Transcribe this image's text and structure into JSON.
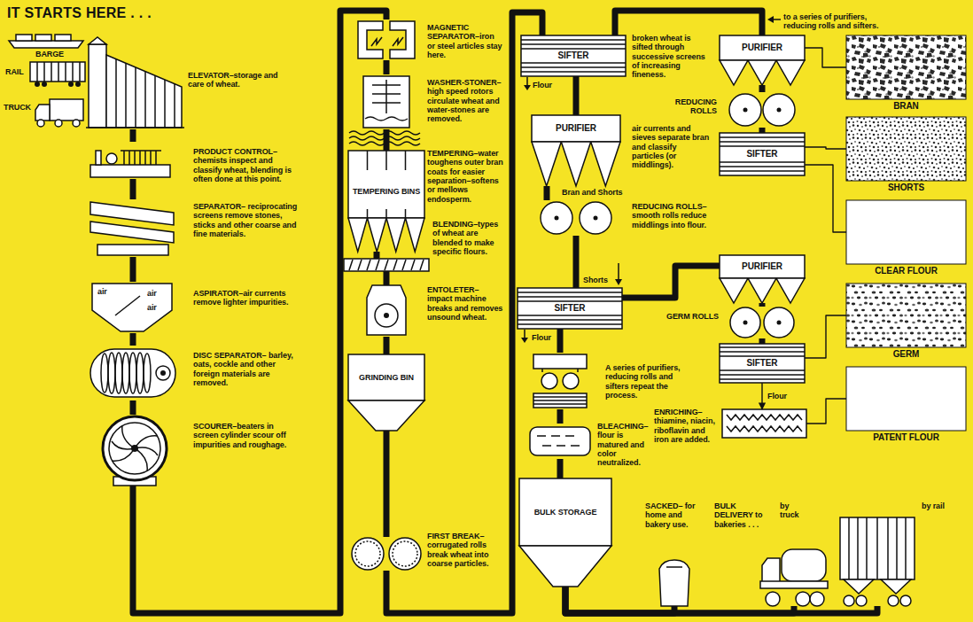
{
  "diagram": {
    "title": "IT STARTS HERE . . .",
    "nodes": [
      {
        "text": [
          "ELEVATOR–storage and care of wheat."
        ]
      },
      {
        "text": [
          "PRODUCT CONTROL–chemists inspect and classify wheat, blending is often done at this point."
        ]
      },
      {
        "text": [
          "SEPARATOR– reciprocating screens remove stones, sticks and other coarse and fine materials."
        ]
      },
      {
        "text": [
          "ASPIRATOR–air currents remove lighter impurities."
        ]
      },
      {
        "text": [
          "DISC SEPARATOR– barley, oats, cockle and other foreign materials are removed."
        ]
      },
      {
        "text": [
          "SCOURER–beaters in screen cylinder scour off impurities and roughage."
        ]
      },
      {
        "text": [
          "MAGNETIC SEPARATOR–iron or steel articles stay here."
        ]
      },
      {
        "text": [
          "WASHER-STONER– high speed rotors circulate wheat and water-stones are removed."
        ]
      },
      {
        "text": [
          "TEMPERING BINS",
          "TEMPERING–water toughens outer bran coats for easier separation–softens or mellows endosperm."
        ]
      },
      {
        "text": [
          "BLENDING–types of wheat are blended to make specific flours."
        ]
      },
      {
        "text": [
          "ENTOLETER–impact machine breaks and removes unsound wheat."
        ]
      },
      {
        "text": [
          "GRINDING BIN"
        ]
      },
      {
        "text": [
          "FIRST BREAK–corrugated rolls break wheat into coarse particles."
        ]
      },
      {
        "text": [
          "SIFTER",
          "broken wheat is sifted through successive screens of increasing fineness."
        ]
      },
      {
        "text": [
          "PURIFIER",
          "air currents and sieves separate bran and classify particles (or middlings)."
        ]
      },
      {
        "text": [
          "REDUCING ROLLS– smooth rolls reduce middlings into flour."
        ]
      },
      {
        "text": [
          "SIFTER"
        ]
      },
      {
        "text": [
          "A series of purifiers, reducing rolls and sifters repeat the process."
        ]
      },
      {
        "text": [
          "BLEACHING– flour is matured and color neutralized."
        ]
      },
      {
        "text": [
          "BULK STORAGE"
        ]
      },
      {
        "text": [
          "PURIFIER"
        ]
      },
      {
        "text": [
          "REDUCING ROLLS"
        ]
      },
      {
        "text": [
          "SIFTER"
        ]
      },
      {
        "text": [
          "PURIFIER"
        ]
      },
      {
        "text": [
          "GERM ROLLS"
        ]
      },
      {
        "text": [
          "SIFTER"
        ]
      },
      {
        "text": [
          "ENRICHING– thiamine, niacin, riboflavin and iron are added."
        ]
      },
      {
        "text": [
          "SACKED– for home and bakery use."
        ]
      },
      {
        "text": [
          "by truck"
        ]
      },
      {
        "text": [
          "by rail"
        ]
      },
      {
        "text": [
          "BRAN"
        ]
      },
      {
        "text": [
          "SHORTS"
        ]
      },
      {
        "text": [
          "CLEAR FLOUR"
        ]
      },
      {
        "text": [
          "GERM"
        ]
      },
      {
        "text": [
          "PATENT FLOUR"
        ]
      }
    ],
    "edges": [
      {
        "from": 0,
        "to": 1,
        "arrow": "none"
      },
      {
        "from": 1,
        "to": 2,
        "arrow": "none"
      },
      {
        "from": 2,
        "to": 3,
        "arrow": "none"
      },
      {
        "from": 3,
        "to": 4,
        "arrow": "none"
      },
      {
        "from": 4,
        "to": 5,
        "arrow": "none"
      },
      {
        "from": 5,
        "to": 6,
        "arrow": "none"
      },
      {
        "from": 6,
        "to": 7,
        "arrow": "none"
      },
      {
        "from": 7,
        "to": 8,
        "arrow": "none"
      },
      {
        "from": 8,
        "to": 9,
        "arrow": "none"
      },
      {
        "from": 9,
        "to": 10,
        "arrow": "none"
      },
      {
        "from": 10,
        "to": 11,
        "arrow": "none"
      },
      {
        "from": 11,
        "to": 12,
        "arrow": "none"
      },
      {
        "from": 12,
        "to": 13,
        "arrow": "none"
      },
      {
        "from": 13,
        "to": 14,
        "arrow": "none"
      },
      {
        "from": 14,
        "to": 15,
        "arrow": "none"
      },
      {
        "from": 15,
        "to": 16,
        "arrow": "none"
      },
      {
        "from": 16,
        "to": 17,
        "arrow": "none"
      },
      {
        "from": 17,
        "to": 18,
        "arrow": "none"
      },
      {
        "from": 18,
        "to": 19,
        "arrow": "none"
      },
      {
        "from": 19,
        "to": 27,
        "arrow": "none"
      },
      {
        "from": 19,
        "to": 28,
        "arrow": "none"
      },
      {
        "from": 19,
        "to": 29,
        "arrow": "none"
      },
      {
        "from": 13,
        "to": 20,
        "arrow": "none"
      },
      {
        "from": 20,
        "to": 21,
        "arrow": "none"
      },
      {
        "from": 21,
        "to": 22,
        "arrow": "none"
      },
      {
        "from": 16,
        "to": 23,
        "arrow": "none"
      },
      {
        "from": 23,
        "to": 24,
        "arrow": "none"
      },
      {
        "from": 24,
        "to": 25,
        "arrow": "none"
      },
      {
        "from": 25,
        "to": 26,
        "label": "Flour",
        "arrow": "to"
      },
      {
        "from": 20,
        "to": 30,
        "arrow": "none"
      },
      {
        "from": 22,
        "to": 31,
        "arrow": "none"
      },
      {
        "from": 22,
        "to": 32,
        "arrow": "none"
      },
      {
        "from": 25,
        "to": 33,
        "arrow": "none"
      },
      {
        "from": 26,
        "to": 34,
        "arrow": "none"
      }
    ],
    "labels": [
      "BARGE",
      "RAIL",
      "TRUCK",
      "air",
      "air",
      "air",
      "Flour",
      "Bran and Shorts",
      "Shorts",
      "Flour",
      "to a series of purifiers, reducing rolls and sifters.",
      "BULK DELIVERY to bakeries . . ."
    ]
  }
}
